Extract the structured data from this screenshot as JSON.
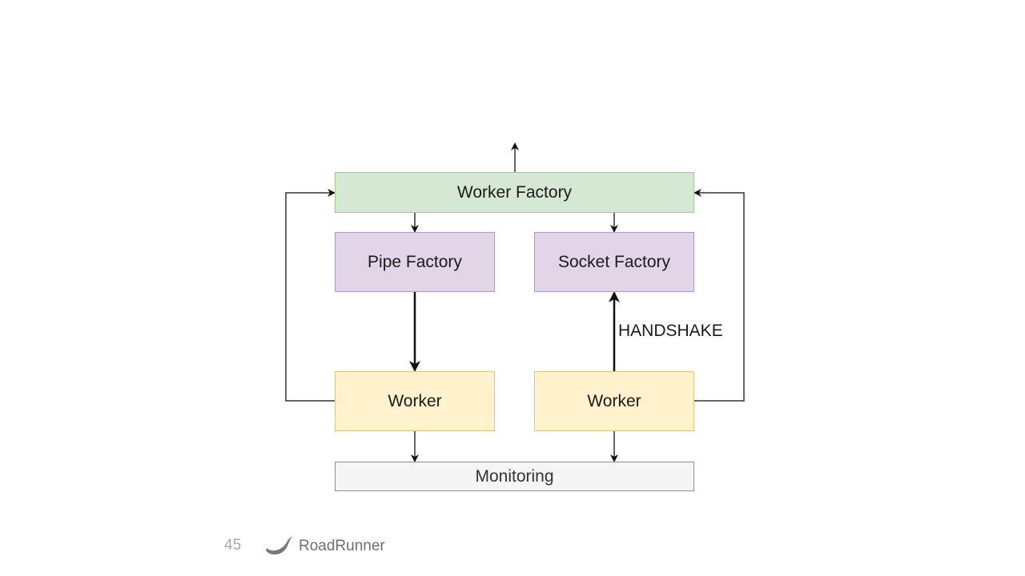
{
  "diagram": {
    "nodes": {
      "worker_factory": "Worker Factory",
      "pipe_factory": "Pipe Factory",
      "socket_factory": "Socket Factory",
      "worker_left": "Worker",
      "worker_right": "Worker",
      "monitoring": "Monitoring"
    },
    "edge_labels": {
      "handshake": "HANDSHAKE"
    },
    "edges": [
      {
        "from": "worker_factory",
        "to": "external-up"
      },
      {
        "from": "worker_factory",
        "to": "pipe_factory"
      },
      {
        "from": "worker_factory",
        "to": "socket_factory"
      },
      {
        "from": "pipe_factory",
        "to": "worker_left"
      },
      {
        "from": "worker_right",
        "to": "socket_factory",
        "label": "HANDSHAKE"
      },
      {
        "from": "worker_left",
        "to": "worker_factory"
      },
      {
        "from": "worker_right",
        "to": "worker_factory"
      },
      {
        "from": "worker_left",
        "to": "monitoring"
      },
      {
        "from": "worker_right",
        "to": "monitoring"
      }
    ]
  },
  "footer": {
    "page_number": "45",
    "brand": "RoadRunner",
    "logo_icon": "roadrunner-bird-logo"
  }
}
